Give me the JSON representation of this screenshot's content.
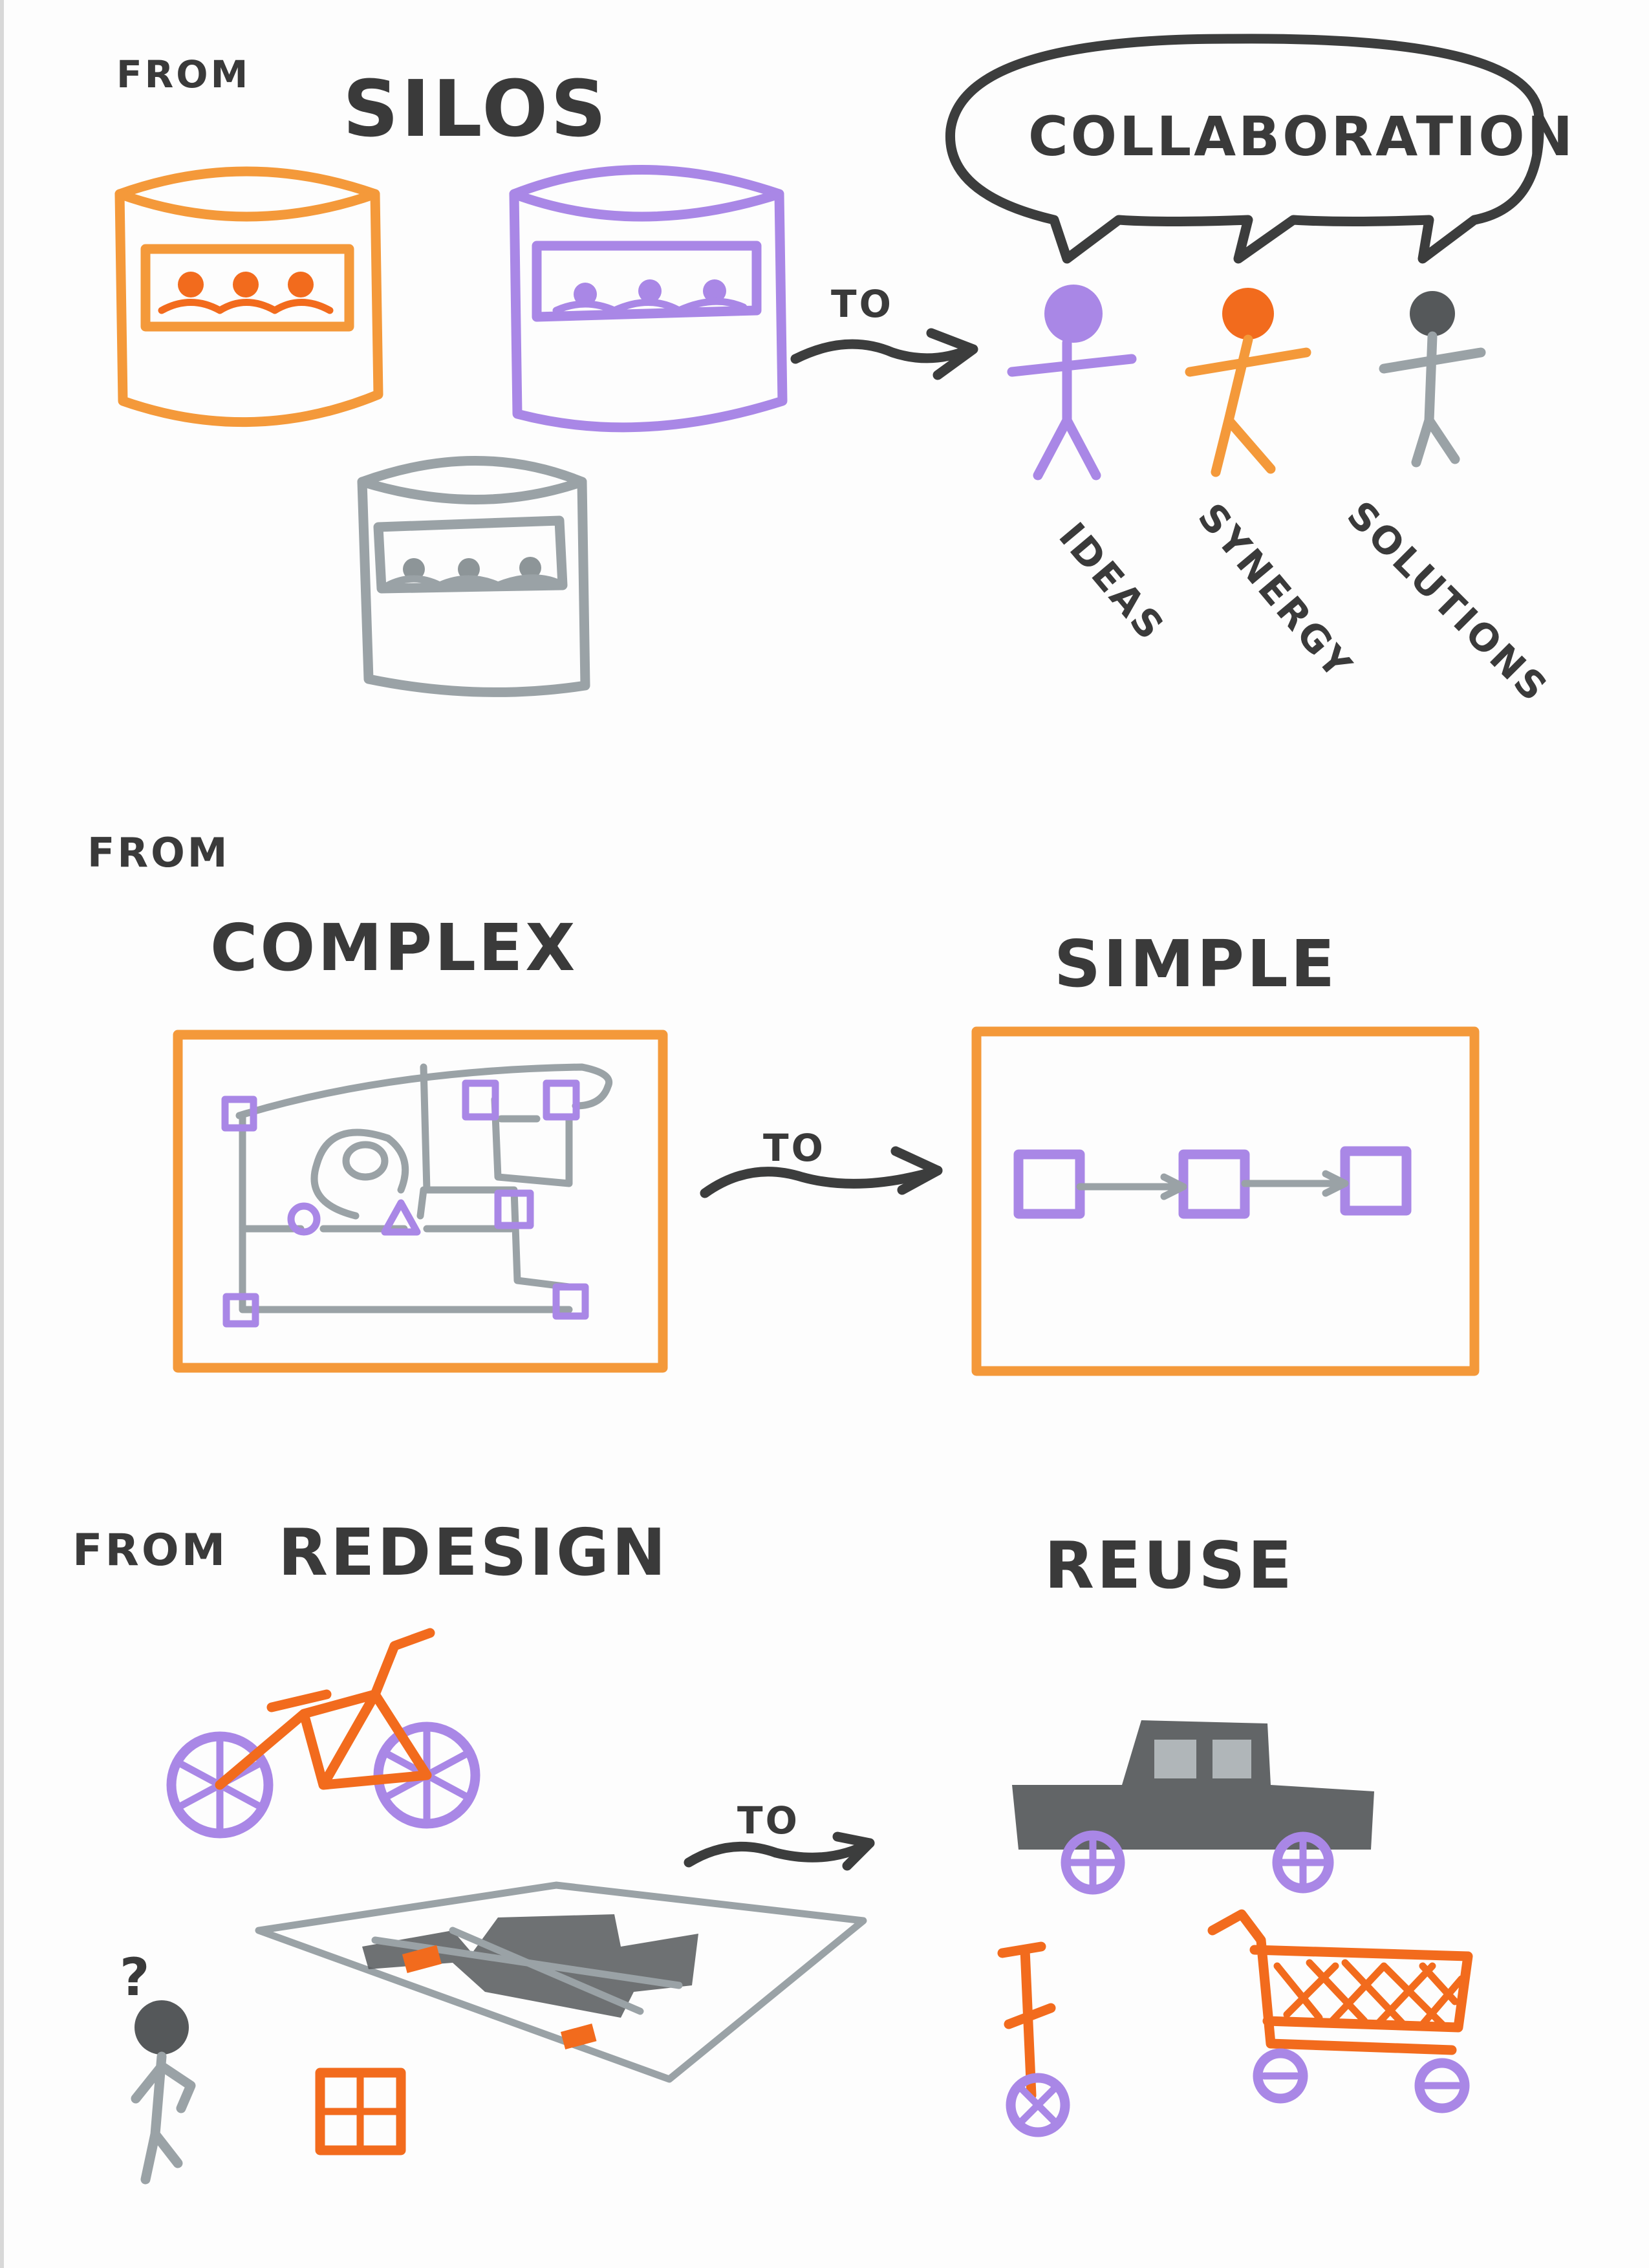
{
  "sections": [
    {
      "from_label": "FROM",
      "from_title": "SILOS",
      "to_label": "TO",
      "to_title": "COLLABORATION",
      "people_labels": [
        "IDEAS",
        "SYNERGY",
        "SOLUTIONS"
      ]
    },
    {
      "from_label": "FROM",
      "from_title": "COMPLEX",
      "to_label": "TO",
      "to_title": "SIMPLE"
    },
    {
      "from_label": "FROM",
      "from_title": "REDESIGN",
      "to_label": "TO",
      "to_title": "REUSE",
      "question_mark": "?"
    }
  ],
  "colors": {
    "dark": "#3c3d3d",
    "grey": "#9aa2a6",
    "orange": "#f4993a",
    "deep_orange": "#f26b1d",
    "purple": "#a987e6"
  },
  "icons": [
    "silo-icon",
    "stick-figure-icon",
    "speech-bubble-icon",
    "flow-diagram-icon",
    "bicycle-icon",
    "car-icon",
    "unicycle-icon",
    "shopping-cart-icon",
    "blueprint-icon",
    "window-icon"
  ]
}
